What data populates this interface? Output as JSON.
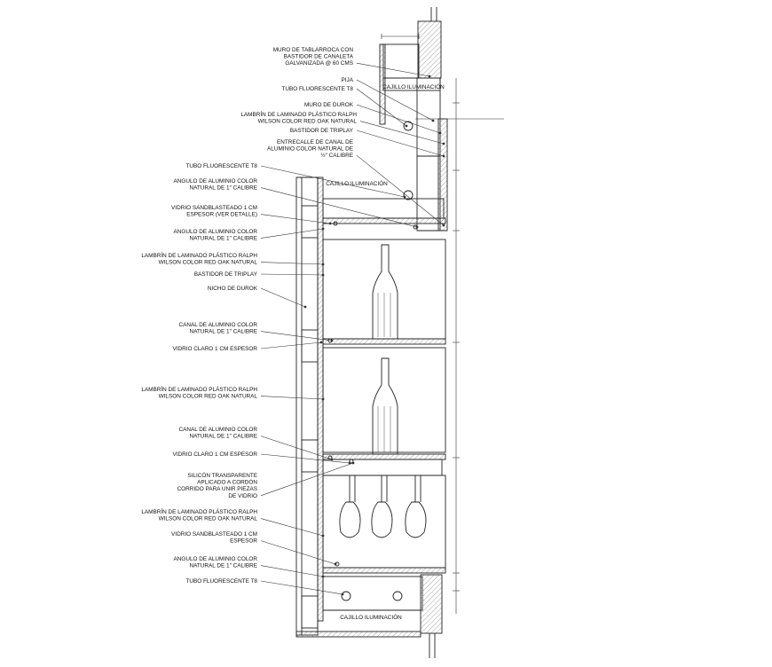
{
  "colors": {
    "line": "#222222",
    "hatch": "#888888",
    "leader": "#333333",
    "background": "#ffffff"
  },
  "inner_labels": {
    "cajillo_top": "CAJILLO ILUMINACIÓN",
    "cajillo_mid": "CAJILLO ILUMINACIÓN",
    "cajillo_bottom": "CAJILLO ILUMINACIÓN"
  },
  "annotations": [
    {
      "id": "muro-tablaroca",
      "lines": [
        "MURO DE TABLARROCA CON",
        "BASTIDOR DE CANALETA",
        "GALVANIZADA @ 60 CMS"
      ]
    },
    {
      "id": "pija",
      "lines": [
        "PIJA"
      ]
    },
    {
      "id": "tubo-fluorescente-top",
      "lines": [
        "TUBO FLUORESCENTE T8"
      ]
    },
    {
      "id": "muro-durok",
      "lines": [
        "MURO DE DUROK"
      ]
    },
    {
      "id": "lambrin-top",
      "lines": [
        "LAMBRÍN DE LAMINADO PLÁSTICO RALPH",
        "WILSON COLOR RED OAK NATURAL"
      ]
    },
    {
      "id": "bastidor-triplay-top",
      "lines": [
        "BASTIDOR DE TRIPLAY"
      ]
    },
    {
      "id": "entrecalle",
      "lines": [
        "ENTRECALLE DE CANAL DE",
        "ALUMINIO COLOR NATURAL DE",
        "½\" CALIBRE"
      ]
    },
    {
      "id": "tubo-fluorescente-mid",
      "lines": [
        "TUBO FLUORESCENTE T8"
      ]
    },
    {
      "id": "angulo-1",
      "lines": [
        "ANGULO DE ALUMINIO COLOR",
        "NATURAL DE 1\" CALIBRE"
      ]
    },
    {
      "id": "vidrio-sandblasteado-1",
      "lines": [
        "VIDRIO SANDBLASTEADO  1 CM",
        "ESPESOR (VER DETALLE)"
      ]
    },
    {
      "id": "angulo-2",
      "lines": [
        "ANGULO DE ALUMINIO COLOR",
        "NATURAL DE 1\" CALIBRE"
      ]
    },
    {
      "id": "lambrin-mid",
      "lines": [
        "LAMBRÍN DE LAMINADO PLÁSTICO RALPH",
        "WILSON COLOR RED OAK NATURAL"
      ]
    },
    {
      "id": "bastidor-triplay-mid",
      "lines": [
        "BASTIDOR DE TRIPLAY"
      ]
    },
    {
      "id": "nicho-durok",
      "lines": [
        "NICHO DE DUROK"
      ]
    },
    {
      "id": "canal-aluminio-1",
      "lines": [
        "CANAL DE ALUMINIO COLOR",
        "NATURAL DE 1\" CALIBRE"
      ]
    },
    {
      "id": "vidrio-claro-1",
      "lines": [
        "VIDRIO CLARO  1 CM ESPESOR"
      ]
    },
    {
      "id": "lambrin-low",
      "lines": [
        "LAMBRÍN DE LAMINADO PLÁSTICO RALPH",
        "WILSON COLOR RED OAK NATURAL"
      ]
    },
    {
      "id": "canal-aluminio-2",
      "lines": [
        "CANAL DE ALUMINIO COLOR",
        "NATURAL DE 1\" CALIBRE"
      ]
    },
    {
      "id": "vidrio-claro-2",
      "lines": [
        "VIDRIO CLARO  1 CM ESPESOR"
      ]
    },
    {
      "id": "silicon",
      "lines": [
        "SILICÓN TRANSPARENTE",
        "APLICADO A CORDÓN",
        "CORRIDO PARA UNIR PIEZAS",
        "DE VIDRIO"
      ]
    },
    {
      "id": "lambrin-bottom",
      "lines": [
        "LAMBRÍN DE LAMINADO PLÁSTICO RALPH",
        "WILSON COLOR RED OAK NATURAL"
      ]
    },
    {
      "id": "vidrio-sandblasteado-2",
      "lines": [
        "VIDRIO SANDBLASTEADO  1 CM",
        "ESPESOR"
      ]
    },
    {
      "id": "angulo-3",
      "lines": [
        "ANGULO DE ALUMINIO COLOR",
        "NATURAL DE 1\" CALIBRE"
      ]
    },
    {
      "id": "tubo-fluorescente-bottom",
      "lines": [
        "TUBO FLUORESCENTE T8"
      ]
    }
  ]
}
